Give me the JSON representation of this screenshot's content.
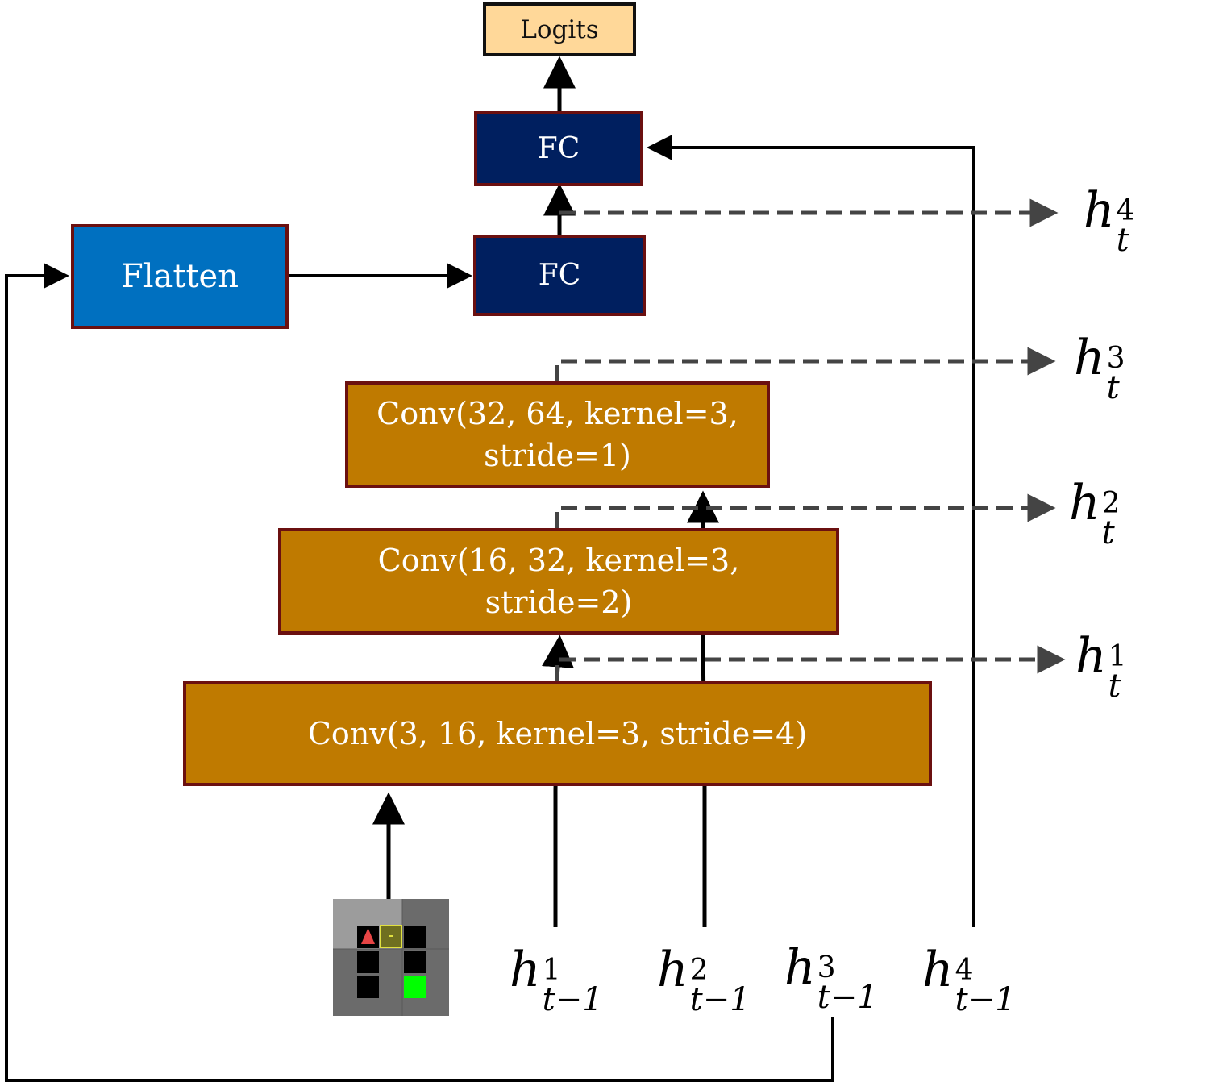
{
  "blocks": {
    "logits": "Logits",
    "fc_top": "FC",
    "fc_bottom": "FC",
    "flatten": "Flatten",
    "conv3_line1": "Conv(32, 64, kernel=3,",
    "conv3_line2": "stride=1)",
    "conv2_line1": "Conv(16, 32, kernel=3,",
    "conv2_line2": "stride=2)",
    "conv1": "Conv(3, 16, kernel=3, stride=4)"
  },
  "outputs": [
    {
      "base": "h",
      "sup": "4",
      "sub": "t"
    },
    {
      "base": "h",
      "sup": "3",
      "sub": "t"
    },
    {
      "base": "h",
      "sup": "2",
      "sub": "t"
    },
    {
      "base": "h",
      "sup": "1",
      "sub": "t"
    }
  ],
  "inputs": [
    {
      "base": "h",
      "sup": "1",
      "sub": "t−1"
    },
    {
      "base": "h",
      "sup": "2",
      "sub": "t−1"
    },
    {
      "base": "h",
      "sup": "3",
      "sub": "t−1"
    },
    {
      "base": "h",
      "sup": "4",
      "sub": "t−1"
    }
  ],
  "colors": {
    "conv": "#bf7a00",
    "fc": "#001f5f",
    "flatten": "#0070c0",
    "logits": "#ffd899",
    "border": "#6b1010",
    "dashed": "#444444",
    "agent": "#e84545",
    "goal": "#00ff00",
    "key_outline": "#e0e040"
  }
}
